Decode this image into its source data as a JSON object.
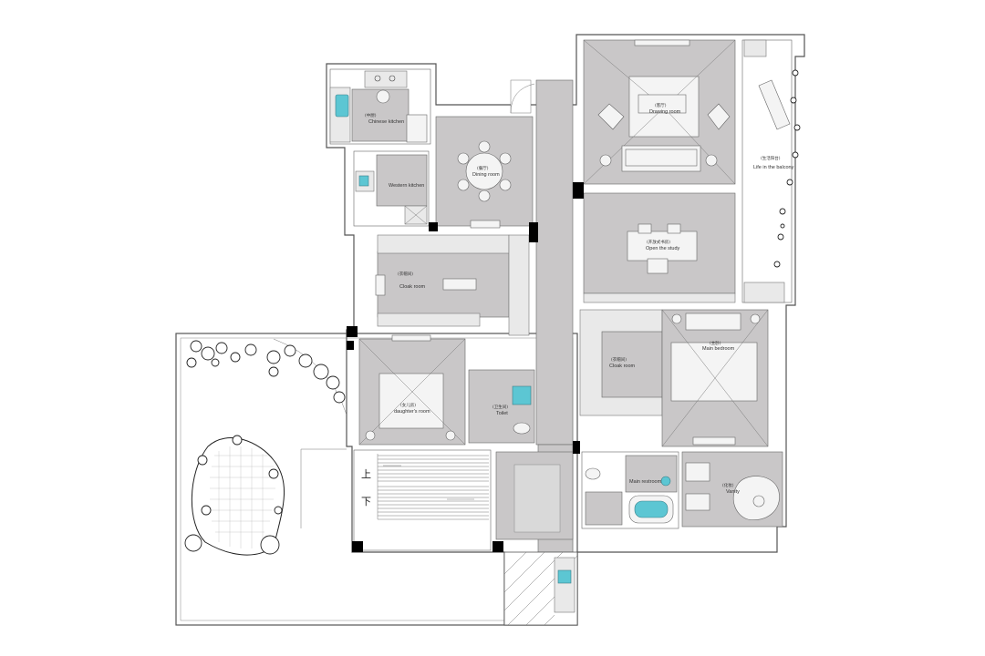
{
  "rooms": {
    "chinese_kitchen": {
      "cn": "(中厨)",
      "en": "Chinese kitchen"
    },
    "western_kitchen": {
      "cn": "",
      "en": "Western kitchen"
    },
    "dining_room": {
      "cn": "(餐厅)",
      "en": "Dining room"
    },
    "drawing_room": {
      "cn": "(客厅)",
      "en": "Drawing room"
    },
    "open_study": {
      "cn": "(开放式书房)",
      "en": "Open the study"
    },
    "balcony": {
      "cn": "(生活阳台)",
      "en": "Life in the balcony"
    },
    "cloak_room_left": {
      "cn": "(衣帽间)",
      "en": "Cloak room"
    },
    "daughter_room": {
      "cn": "(女儿房)",
      "en": "daughter's room"
    },
    "toilet": {
      "cn": "(卫生间)",
      "en": "Toilet"
    },
    "cloak_room_right": {
      "cn": "(衣帽间)",
      "en": "Cloak room"
    },
    "main_bedroom": {
      "cn": "(主卧)",
      "en": "Main bedroom"
    },
    "main_restroom": {
      "cn": "",
      "en": "Main restroom"
    },
    "vanity": {
      "cn": "(化妆)",
      "en": "Vanity"
    }
  },
  "stairs": {
    "up": "上",
    "down": "下"
  },
  "colors": {
    "room_fill": "#c9c7c8",
    "accent_fixture": "#5cc6d3",
    "wall": "#555555",
    "column": "#000000"
  }
}
